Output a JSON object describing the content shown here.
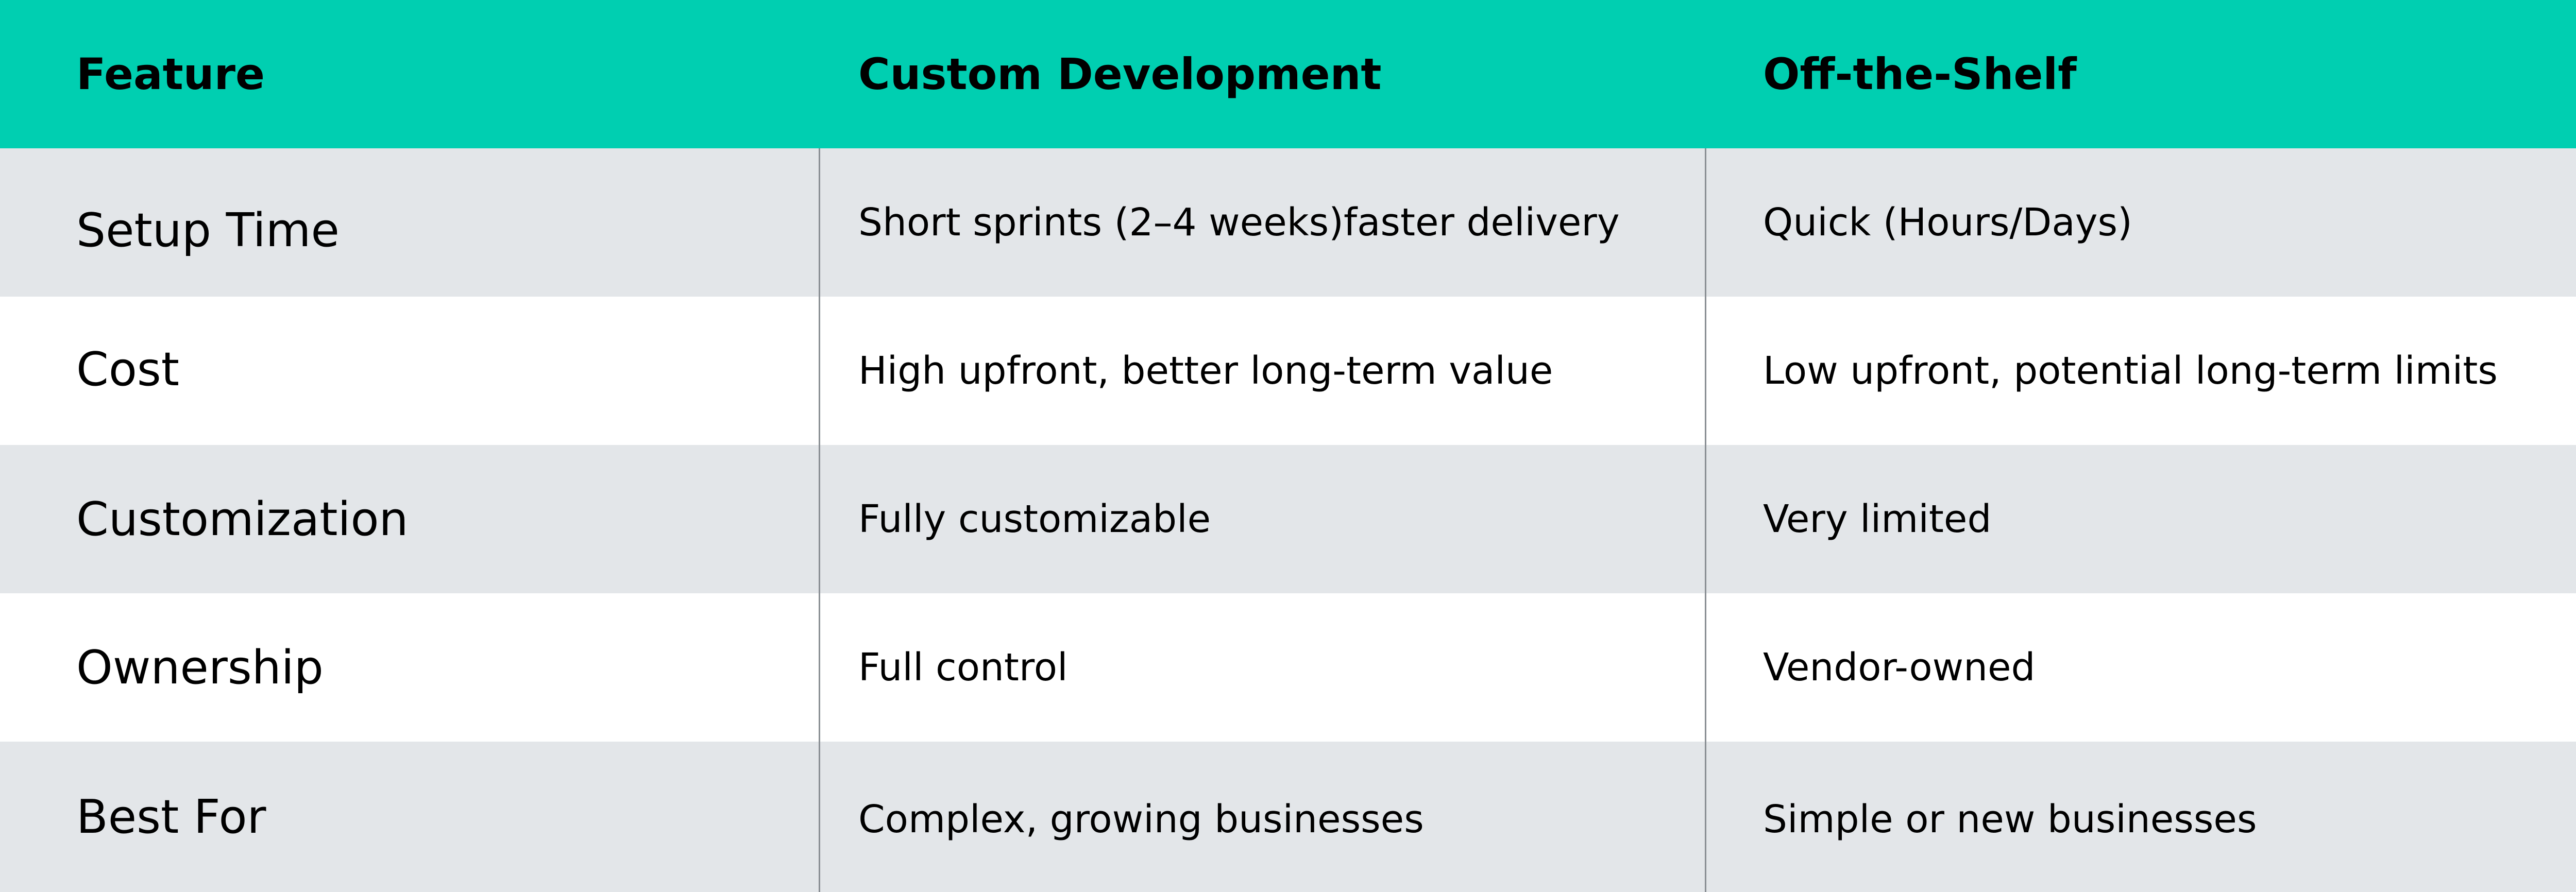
{
  "colors": {
    "header_bg": "#00cfb1",
    "row_shade": "#e3e6e9",
    "row_plain": "#ffffff",
    "divider": "#8a8f94"
  },
  "table": {
    "headers": [
      "Feature",
      "Custom Development",
      "Off-the-Shelf"
    ],
    "rows": [
      [
        "Setup Time",
        "Short sprints (2–4 weeks)faster delivery",
        "Quick (Hours/Days)"
      ],
      [
        "Cost",
        "High upfront, better long-term value",
        "Low upfront, potential long-term limits"
      ],
      [
        "Customization",
        "Fully customizable",
        "Very limited"
      ],
      [
        "Ownership",
        "Full control",
        "Vendor-owned"
      ],
      [
        "Best For",
        "Complex, growing businesses",
        "Simple or new businesses"
      ]
    ]
  }
}
